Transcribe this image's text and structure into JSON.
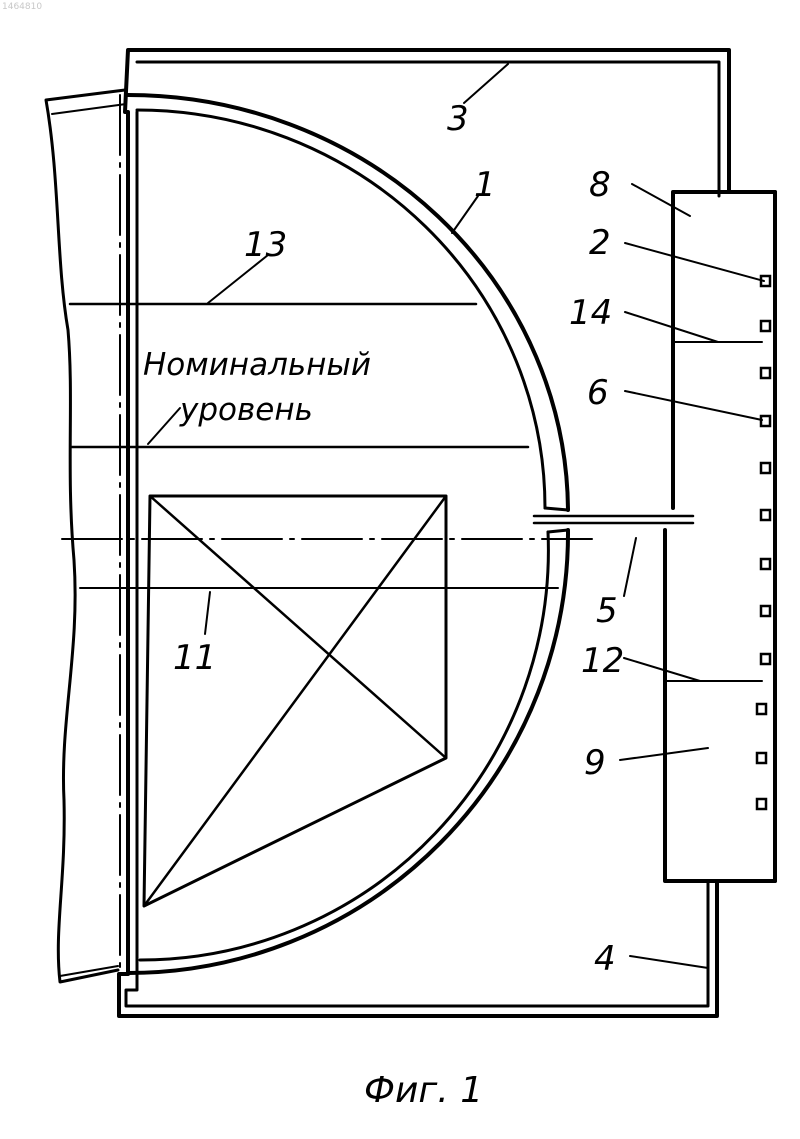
{
  "watermark": "1464810",
  "caption": "Фиг. 1",
  "level_label": [
    "Номинальный",
    "уровень"
  ],
  "callouts": {
    "c1": "1",
    "c2": "2",
    "c3": "3",
    "c4": "4",
    "c5": "5",
    "c6": "6",
    "c8": "8",
    "c9": "9",
    "c11": "11",
    "c12": "12",
    "c13": "13",
    "c14": "14"
  }
}
